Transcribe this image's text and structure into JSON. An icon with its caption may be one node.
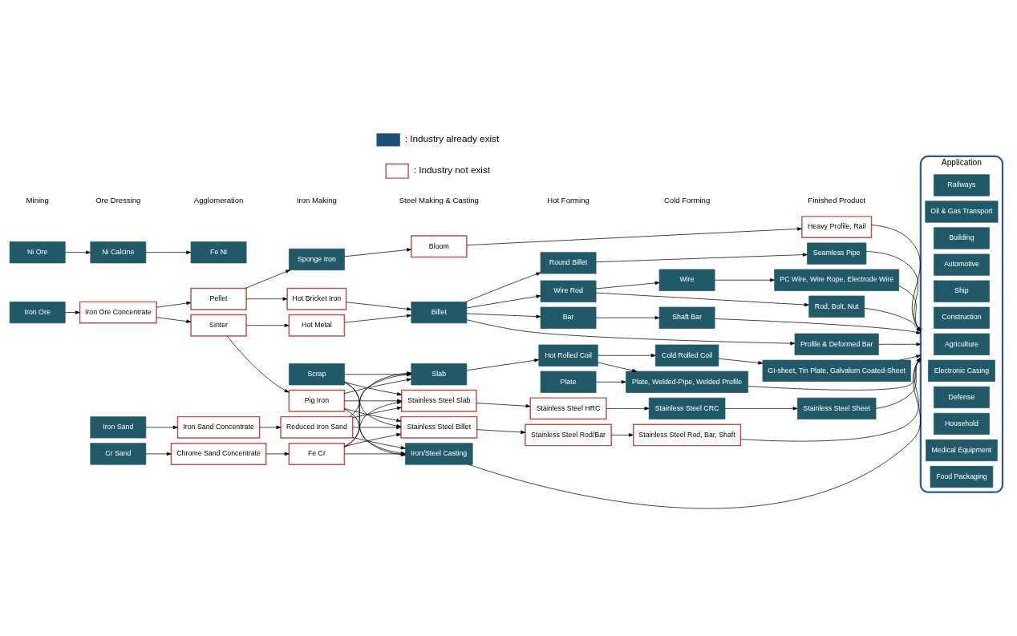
{
  "diagram": {
    "nodes": [
      {
        "text": [
          "Iron Ore"
        ]
      },
      {
        "text": [
          "Iron Ore Concentrate"
        ]
      },
      {
        "text": [
          "Pellet"
        ]
      },
      {
        "text": [
          "Sinter"
        ]
      },
      {
        "text": [
          "Sponge Iron"
        ]
      },
      {
        "text": [
          "Hot Bricket Iron"
        ]
      },
      {
        "text": [
          "Hot Metal"
        ]
      },
      {
        "text": [
          "Pig Iron"
        ]
      },
      {
        "text": [
          "Scrap"
        ]
      },
      {
        "text": [
          "Bloom"
        ]
      },
      {
        "text": [
          "Billet"
        ]
      },
      {
        "text": [
          "Round Billet"
        ]
      },
      {
        "text": [
          "Wire Rod"
        ]
      },
      {
        "text": [
          "Wire"
        ]
      },
      {
        "text": [
          "Bar"
        ]
      },
      {
        "text": [
          "Heavy Profile, Rail"
        ]
      },
      {
        "text": [
          "Seamless Pipe"
        ]
      },
      {
        "text": [
          "PC Wire, Wire Rope, Electrode Wire"
        ]
      },
      {
        "text": [
          "Rod, Bolt, Nut"
        ]
      },
      {
        "text": [
          "Shaft Bar"
        ]
      },
      {
        "text": [
          "Profile & Deformed Bar"
        ]
      },
      {
        "text": [
          "Iron Sand"
        ]
      },
      {
        "text": [
          "Iron Sand Concentrate"
        ]
      },
      {
        "text": [
          "Reduced Iron Sand"
        ]
      },
      {
        "text": [
          "Ni Ore"
        ]
      },
      {
        "text": [
          "Ni Calcine"
        ]
      },
      {
        "text": [
          "Fe Ni"
        ]
      },
      {
        "text": [
          "Cr Sand"
        ]
      },
      {
        "text": [
          "Chrome Sand Concentrate"
        ]
      },
      {
        "text": [
          "Fe Cr"
        ]
      },
      {
        "text": [
          "Slab"
        ]
      },
      {
        "text": [
          "Hot Rolled Coil"
        ]
      },
      {
        "text": [
          "Cold Rolled Coil"
        ]
      },
      {
        "text": [
          "Plate"
        ]
      },
      {
        "text": [
          "GI-sheet, Tin Plate, Galvalum Coated-Sheet"
        ]
      },
      {
        "text": [
          "Plate, Welded-Pipe, Welded Profile"
        ]
      },
      {
        "text": [
          "Stainless Steel Slab"
        ]
      },
      {
        "text": [
          "Stainless Steel HRC"
        ]
      },
      {
        "text": [
          "Stainless Steel CRC"
        ]
      },
      {
        "text": [
          "Stainless Steel Sheet"
        ]
      },
      {
        "text": [
          "Stainless Steel Billet"
        ]
      },
      {
        "text": [
          "Stainless Steel Rod/Bar"
        ]
      },
      {
        "text": [
          "Stainless Steel Rod, Bar, Shaft"
        ]
      },
      {
        "text": [
          "Iron/Steel Casting"
        ]
      },
      {
        "text": [
          "Application"
        ]
      },
      {
        "text": [
          "Railways"
        ],
        "in": 44
      },
      {
        "text": [
          "Oil & Gas Transport"
        ],
        "in": 44
      },
      {
        "text": [
          "Building"
        ],
        "in": 44
      },
      {
        "text": [
          "Automotive"
        ],
        "in": 44
      },
      {
        "text": [
          "Ship"
        ],
        "in": 44
      },
      {
        "text": [
          "Construction"
        ],
        "in": 44
      },
      {
        "text": [
          "Agriculture"
        ],
        "in": 44
      },
      {
        "text": [
          "Electronic Casing"
        ],
        "in": 44
      },
      {
        "text": [
          "Defense"
        ],
        "in": 44
      },
      {
        "text": [
          "Household"
        ],
        "in": 44
      },
      {
        "text": [
          "Medical Equipment"
        ],
        "in": 44
      },
      {
        "text": [
          "Food Packaging"
        ],
        "in": 44
      }
    ],
    "edges": [
      {
        "from": 0,
        "to": 1,
        "arrow": "to"
      },
      {
        "from": 1,
        "to": 2,
        "arrow": "to"
      },
      {
        "from": 1,
        "to": 3,
        "arrow": "to"
      },
      {
        "from": 2,
        "to": 4,
        "arrow": "to"
      },
      {
        "from": 2,
        "to": 5,
        "arrow": "to"
      },
      {
        "from": 3,
        "to": 6,
        "arrow": "to"
      },
      {
        "from": 3,
        "to": 7,
        "arrow": "to"
      },
      {
        "from": 4,
        "to": 9,
        "arrow": "to"
      },
      {
        "from": 5,
        "to": 10,
        "arrow": "to"
      },
      {
        "from": 6,
        "to": 10,
        "arrow": "to"
      },
      {
        "from": 9,
        "to": 15,
        "arrow": "to"
      },
      {
        "from": 10,
        "to": 11,
        "arrow": "to"
      },
      {
        "from": 10,
        "to": 12,
        "arrow": "to"
      },
      {
        "from": 10,
        "to": 14,
        "arrow": "to"
      },
      {
        "from": 10,
        "to": 20,
        "arrow": "to"
      },
      {
        "from": 11,
        "to": 16,
        "arrow": "to"
      },
      {
        "from": 12,
        "to": 13,
        "arrow": "to"
      },
      {
        "from": 12,
        "to": 18,
        "arrow": "to"
      },
      {
        "from": 13,
        "to": 17,
        "arrow": "to"
      },
      {
        "from": 14,
        "to": 19,
        "arrow": "to"
      },
      {
        "from": 21,
        "to": 22,
        "arrow": "to"
      },
      {
        "from": 22,
        "to": 23,
        "arrow": "to"
      },
      {
        "from": 24,
        "to": 25,
        "arrow": "to"
      },
      {
        "from": 25,
        "to": 26,
        "arrow": "to"
      },
      {
        "from": 27,
        "to": 28,
        "arrow": "to"
      },
      {
        "from": 28,
        "to": 29,
        "arrow": "to"
      },
      {
        "from": 7,
        "to": 30,
        "arrow": "to"
      },
      {
        "from": 7,
        "to": 36,
        "arrow": "to"
      },
      {
        "from": 7,
        "to": 40,
        "arrow": "to"
      },
      {
        "from": 7,
        "to": 43,
        "arrow": "to"
      },
      {
        "from": 8,
        "to": 30,
        "arrow": "to"
      },
      {
        "from": 8,
        "to": 36,
        "arrow": "to"
      },
      {
        "from": 8,
        "to": 40,
        "arrow": "to"
      },
      {
        "from": 8,
        "to": 43,
        "arrow": "to"
      },
      {
        "from": 23,
        "to": 30,
        "arrow": "to"
      },
      {
        "from": 23,
        "to": 36,
        "arrow": "to"
      },
      {
        "from": 23,
        "to": 40,
        "arrow": "to"
      },
      {
        "from": 23,
        "to": 43,
        "arrow": "to"
      },
      {
        "from": 29,
        "to": 30,
        "arrow": "to"
      },
      {
        "from": 29,
        "to": 36,
        "arrow": "to"
      },
      {
        "from": 29,
        "to": 40,
        "arrow": "to"
      },
      {
        "from": 29,
        "to": 43,
        "arrow": "to"
      },
      {
        "from": 30,
        "to": 31,
        "arrow": "to"
      },
      {
        "from": 31,
        "to": 32,
        "arrow": "to"
      },
      {
        "from": 31,
        "to": 35,
        "arrow": "to"
      },
      {
        "from": 33,
        "to": 35,
        "arrow": "to"
      },
      {
        "from": 32,
        "to": 34,
        "arrow": "to"
      },
      {
        "from": 36,
        "to": 37,
        "arrow": "to"
      },
      {
        "from": 37,
        "to": 38,
        "arrow": "to"
      },
      {
        "from": 38,
        "to": 39,
        "arrow": "to"
      },
      {
        "from": 40,
        "to": 41,
        "arrow": "to"
      },
      {
        "from": 41,
        "to": 42,
        "arrow": "to"
      },
      {
        "from": 15,
        "to": 44,
        "arrow": "to"
      },
      {
        "from": 16,
        "to": 44,
        "arrow": "to"
      },
      {
        "from": 17,
        "to": 44,
        "arrow": "to"
      },
      {
        "from": 18,
        "to": 44,
        "arrow": "to"
      },
      {
        "from": 19,
        "to": 44,
        "arrow": "to"
      },
      {
        "from": 20,
        "to": 44,
        "arrow": "to"
      },
      {
        "from": 34,
        "to": 44,
        "arrow": "to"
      },
      {
        "from": 35,
        "to": 44,
        "arrow": "to"
      },
      {
        "from": 39,
        "to": 44,
        "arrow": "to"
      },
      {
        "from": 42,
        "to": 44,
        "arrow": "to"
      },
      {
        "from": 43,
        "to": 44,
        "arrow": "to"
      }
    ],
    "labels": [
      "Mining",
      "Ore Dressing",
      "Agglomeration",
      "Iron Making",
      "Steel Making & Casting",
      "Hot Forming",
      "Cold Forming",
      "Finished Product"
    ],
    "legend": [
      {
        "text": ": Industry already exist",
        "color": "#1f4e79"
      },
      {
        "text": ": Industry not exist"
      }
    ]
  }
}
